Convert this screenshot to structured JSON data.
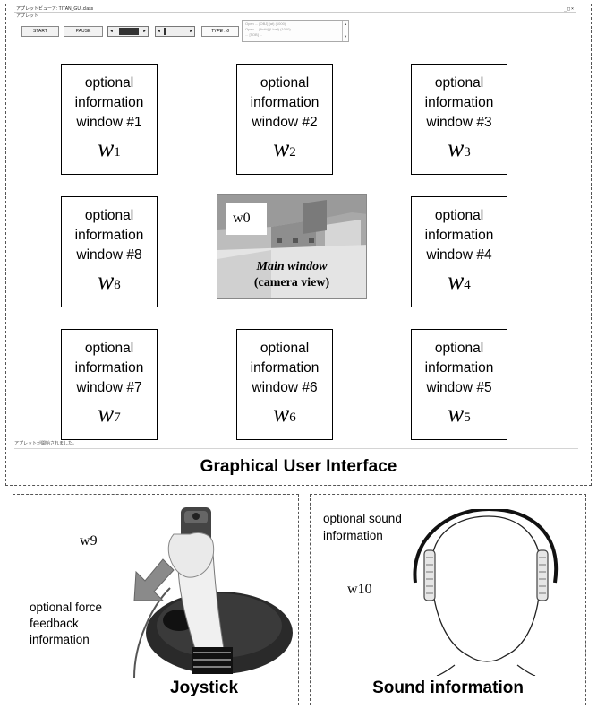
{
  "gui": {
    "titlebar": "アプレットビューア: TITAN_GUI.class",
    "window_buttons": "_□×",
    "menu": "アプレット",
    "start_label": "START",
    "pause_label": "PAUSE",
    "type_label": "TYPE : 6",
    "log_lines": [
      "Open ... [OBJ] (at) (1000)",
      "Open ... [Auth] (l-lost) (1000)",
      "... [TOB] ..."
    ],
    "status_text": "アプレットが開始されました。",
    "caption": "Graphical User Interface",
    "windows": {
      "w1": {
        "line1": "optional",
        "line2": "information",
        "line3": "window #1",
        "letter": "w",
        "sub": "1"
      },
      "w2": {
        "line1": "optional",
        "line2": "information",
        "line3": "window #2",
        "letter": "w",
        "sub": "2"
      },
      "w3": {
        "line1": "optional",
        "line2": "information",
        "line3": "window #3",
        "letter": "w",
        "sub": "3"
      },
      "w4": {
        "line1": "optional",
        "line2": "information",
        "line3": "window #4",
        "letter": "w",
        "sub": "4"
      },
      "w5": {
        "line1": "optional",
        "line2": "information",
        "line3": "window #5",
        "letter": "w",
        "sub": "5"
      },
      "w6": {
        "line1": "optional",
        "line2": "information",
        "line3": "window #6",
        "letter": "w",
        "sub": "6"
      },
      "w7": {
        "line1": "optional",
        "line2": "information",
        "line3": "window #7",
        "letter": "w",
        "sub": "7"
      },
      "w8": {
        "line1": "optional",
        "line2": "information",
        "line3": "window #8",
        "letter": "w",
        "sub": "8"
      }
    },
    "main_window": {
      "letter": "w",
      "sub": "0",
      "title": "Main window",
      "subtitle": "(camera view)"
    }
  },
  "joystick": {
    "letter": "w",
    "sub": "9",
    "text_lines": [
      "optional force",
      "feedback",
      "information"
    ],
    "caption": "Joystick"
  },
  "sound": {
    "letter": "w",
    "sub": "10",
    "text_lines": [
      "optional sound",
      "information"
    ],
    "caption": "Sound information"
  }
}
